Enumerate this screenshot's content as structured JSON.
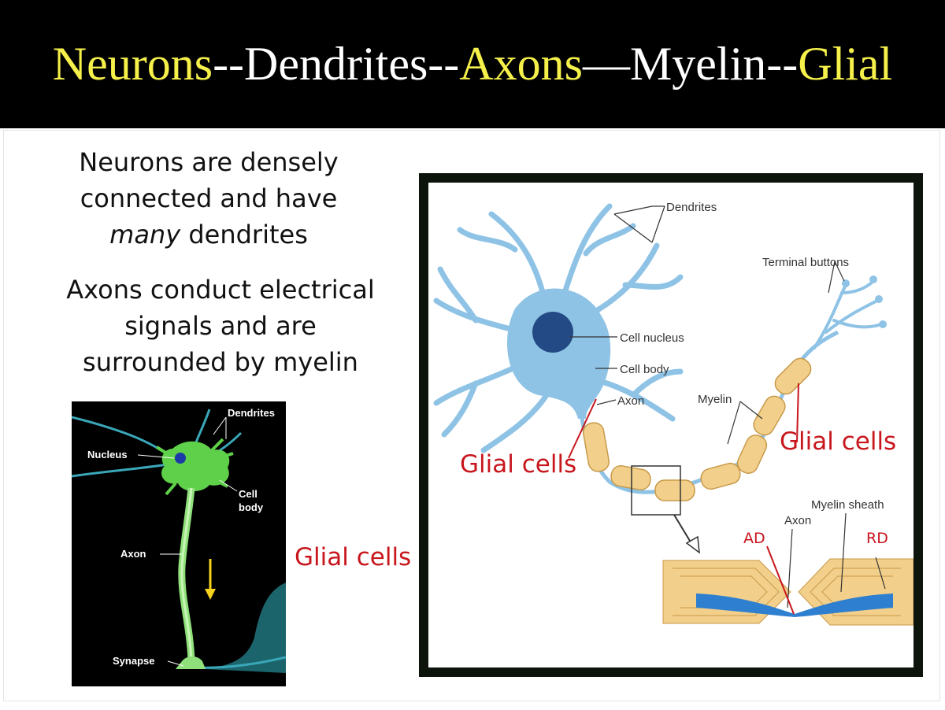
{
  "title": {
    "word_neurons": "Neurons",
    "sep1": "--",
    "word_dendrites": "Dendrites",
    "sep2": "--",
    "word_axons": "Axons",
    "sep3": "—",
    "word_myelin": "Myelin",
    "sep4": "--",
    "word_glial": "Glial"
  },
  "bullets": {
    "b1_line1": "Neurons are densely",
    "b1_line2": "connected and have",
    "b1_line3_em": "many",
    "b1_line3_rest": " dendrites",
    "b2_line1": "Axons conduct electrical",
    "b2_line2": "signals and are",
    "b2_line3": "surrounded by myelin"
  },
  "glial_labels": {
    "left": "Glial cells",
    "right_lower": "Glial cells",
    "right_upper": "Glial cells"
  },
  "left_diagram": {
    "dendrites": "Dendrites",
    "nucleus": "Nucleus",
    "cell_body_1": "Cell",
    "cell_body_2": "body",
    "axon": "Axon",
    "synapse": "Synapse"
  },
  "right_diagram": {
    "dendrites": "Dendrites",
    "terminal_buttons": "Terminal buttons",
    "cell_nucleus": "Cell nucleus",
    "cell_body": "Cell body",
    "axon": "Axon",
    "myelin": "Myelin",
    "myelin_sheath": "Myelin sheath",
    "inset_axon": "Axon",
    "ad": "AD",
    "rd": "RD"
  },
  "colors": {
    "title_bg": "#000000",
    "title_yellow": "#f5f04a",
    "label_red": "#c8161d",
    "neuron_blue": "#7fb6dc",
    "myelin_tan": "#f2cf8a"
  }
}
